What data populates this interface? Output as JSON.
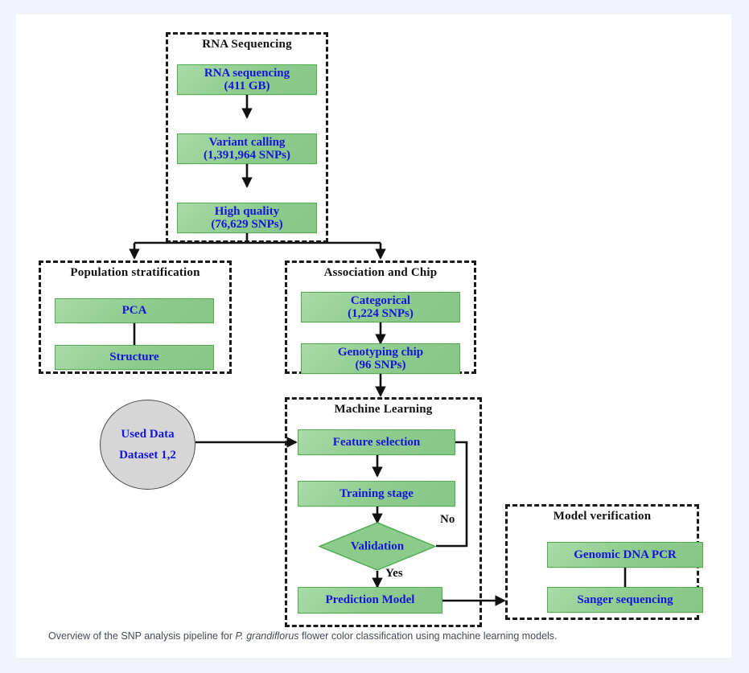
{
  "page": {
    "background": "#f1f4f8",
    "card_background": "#ffffff"
  },
  "theme": {
    "node_fill": "#8dcb8c",
    "node_border": "#4fae50",
    "node_text": "#1414dc",
    "group_border": "#1a1a1a",
    "group_label_text": "#111111",
    "circle_fill": "#d6d6d6",
    "circle_border": "#4a4a4a",
    "connector": "#111111"
  },
  "groups": {
    "rna_sequencing": {
      "label": "RNA Sequencing",
      "nodes": [
        {
          "line1": "RNA sequencing",
          "line2": "(411 GB)"
        },
        {
          "line1": "Variant calling",
          "line2": "(1,391,964 SNPs)"
        },
        {
          "line1": "High quality",
          "line2": "(76,629 SNPs)"
        }
      ]
    },
    "population_stratification": {
      "label": "Population stratification",
      "nodes": [
        {
          "line1": "PCA",
          "line2": ""
        },
        {
          "line1": "Structure",
          "line2": ""
        }
      ]
    },
    "association_and_chip": {
      "label": "Association and Chip",
      "nodes": [
        {
          "line1": "Categorical",
          "line2": "(1,224 SNPs)"
        },
        {
          "line1": "Genotyping chip",
          "line2": "(96 SNPs)"
        }
      ]
    },
    "machine_learning": {
      "label": "Machine Learning",
      "nodes": [
        {
          "line1": "Feature selection",
          "line2": ""
        },
        {
          "line1": "Training stage",
          "line2": ""
        },
        {
          "line1": "Prediction Model",
          "line2": ""
        }
      ],
      "decision": {
        "label": "Validation"
      },
      "edge_labels": {
        "no": "No",
        "yes": "Yes"
      }
    },
    "model_verification": {
      "label": "Model verification",
      "nodes": [
        {
          "line1": "Genomic DNA PCR",
          "line2": ""
        },
        {
          "line1": "Sanger sequencing",
          "line2": ""
        }
      ]
    }
  },
  "data_source": {
    "line1": "Used Data",
    "line2": "Dataset 1,2"
  },
  "caption": {
    "part1": "Overview of the SNP analysis pipeline for ",
    "italic": "P. grandiflorus",
    "part2": " flower color classification using machine learning models."
  }
}
